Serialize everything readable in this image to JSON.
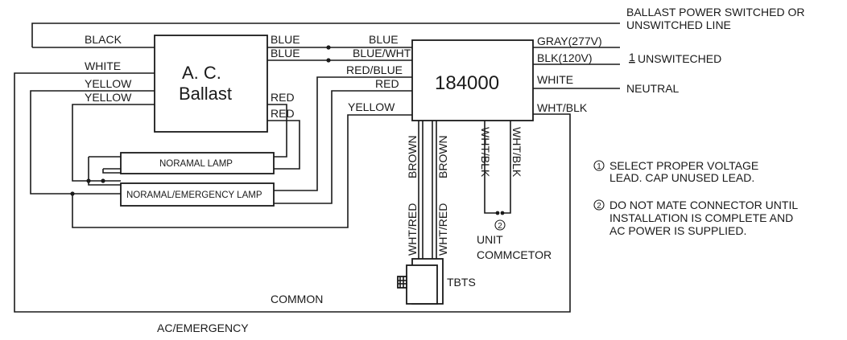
{
  "top_right_label_1": "BALLAST POWER SWITCHED OR",
  "top_right_label_2": "UNSWITCHED LINE",
  "ballast": {
    "line1": "A. C.",
    "line2": "Ballast"
  },
  "module": {
    "label": "184000"
  },
  "left_wires": {
    "black": "BLACK",
    "white": "WHITE",
    "yellow1": "YELLOW",
    "yellow2": "YELLOW"
  },
  "ballast_outputs": {
    "blue1": "BLUE",
    "blue2": "BLUE",
    "red1": "RED",
    "red2": "RED"
  },
  "module_inputs": {
    "blue": "BLUE",
    "blue_wht": "BLUE/WHT",
    "red_blue": "RED/BLUE",
    "red": "RED",
    "yellow": "YELLOW"
  },
  "module_outputs": {
    "gray": "GRAY(277V)",
    "blk": "BLK(120V)",
    "white": "WHITE",
    "wht_blk": "WHT/BLK"
  },
  "line_labels": {
    "note_marker_1": "1",
    "unswitched": "UNSWITECHED",
    "neutral": "NEUTRAL"
  },
  "vertical_wires": {
    "brown1": "BROWN",
    "brown2": "BROWN",
    "wht_red1": "WHT/RED",
    "wht_red2": "WHT/RED",
    "wht_blk1": "WHT/BLK",
    "wht_blk2": "WHT/BLK"
  },
  "lamps": {
    "normal": "NORAMAL LAMP",
    "emergency": "NORAMAL/EMERGENCY LAMP"
  },
  "connector": {
    "marker": "2",
    "line1": "UNIT",
    "line2": "COMMCETOR"
  },
  "tbts": {
    "label": "TBTS"
  },
  "common": "COMMON",
  "ac_emergency": "AC/EMERGENCY",
  "notes": [
    {
      "marker": "1",
      "line1": "SELECT PROPER VOLTAGE",
      "line2": "LEAD. CAP UNUSED LEAD."
    },
    {
      "marker": "2",
      "line1": "DO NOT MATE CONNECTOR UNTIL",
      "line2": "INSTALLATION IS COMPLETE AND",
      "line3": "AC POWER IS SUPPLIED."
    }
  ]
}
